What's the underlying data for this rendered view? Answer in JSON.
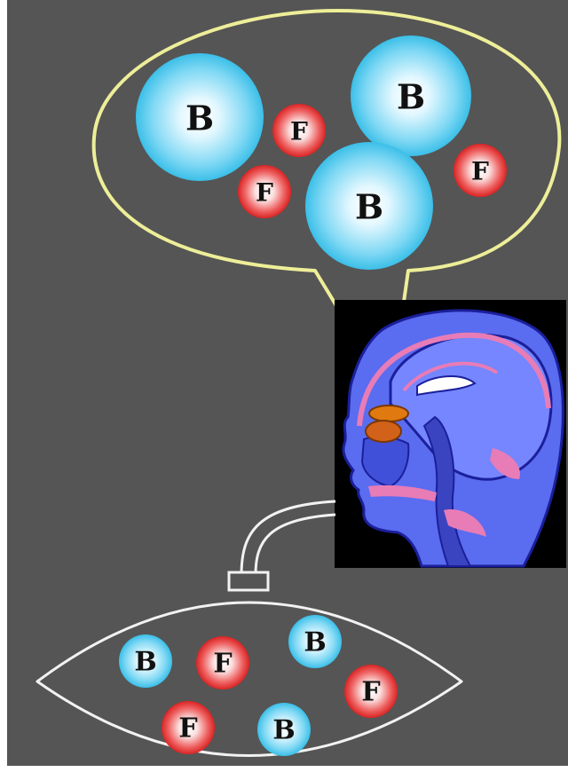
{
  "colors": {
    "background": "#555555",
    "outline_yellow": "#eeee99",
    "outline_white": "#f2f2f2",
    "blue_particle": "#4fc8ee",
    "red_particle": "#e23030",
    "head_background": "#000000",
    "head_fill": "#5a6cf0",
    "head_outline": "#1b1f9a",
    "pink_highlight": "#e87cb6",
    "olfactory_bulb": "#e07a10"
  },
  "labels": {
    "blue": "B",
    "red": "F"
  },
  "particles": {
    "callout": [
      "B",
      "F",
      "B",
      "F",
      "B",
      "F"
    ],
    "bag": [
      "B",
      "F",
      "B",
      "F",
      "F",
      "B"
    ]
  },
  "icons": {
    "head": "head-cross-section-icon",
    "bag": "scent-bag-icon"
  }
}
